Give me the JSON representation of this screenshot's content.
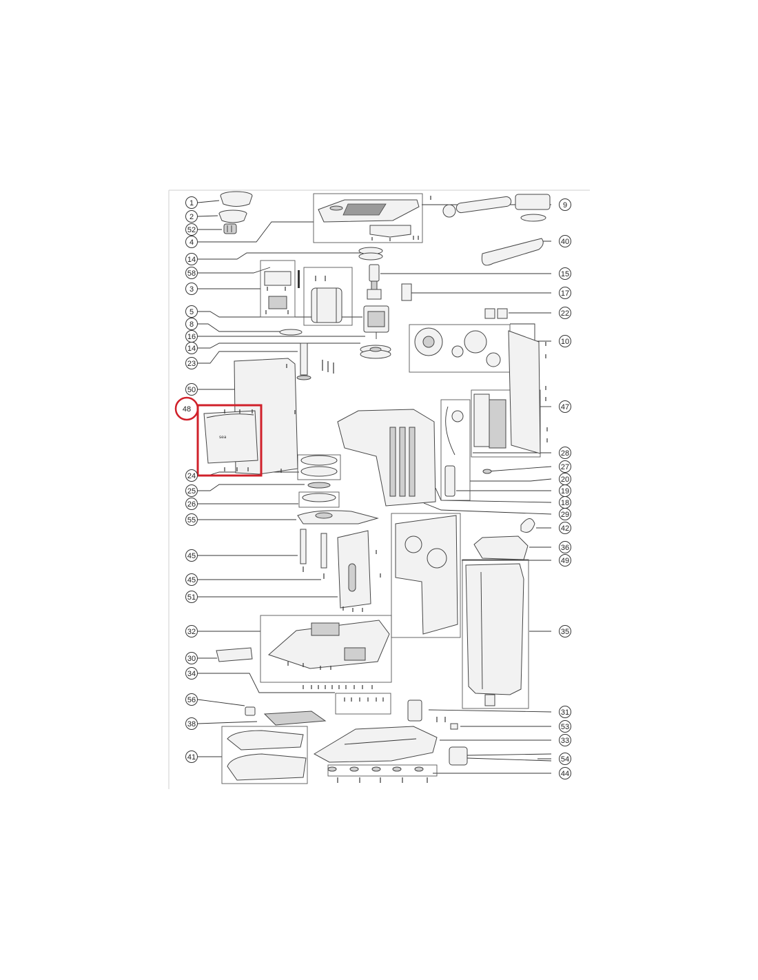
{
  "diagram": {
    "callouts": {
      "c1": "1",
      "c2": "2",
      "c52": "52",
      "c4": "4",
      "c14a": "14",
      "c58": "58",
      "c3": "3",
      "c5": "5",
      "c8": "8",
      "c16": "16",
      "c14b": "14",
      "c23": "23",
      "c50": "50",
      "c48": "48",
      "c24": "24",
      "c25": "25",
      "c26": "26",
      "c55": "55",
      "c45a": "45",
      "c45b": "45",
      "c51": "51",
      "c32": "32",
      "c30": "30",
      "c34": "34",
      "c56": "56",
      "c38": "38",
      "c41": "41",
      "c9": "9",
      "c40": "40",
      "c15": "15",
      "c17": "17",
      "c22": "22",
      "c10": "10",
      "c47": "47",
      "c28": "28",
      "c27": "27",
      "c20": "20",
      "c19": "19",
      "c18": "18",
      "c29": "29",
      "c42": "42",
      "c36": "36",
      "c49": "49",
      "c35": "35",
      "c31": "31",
      "c53": "53",
      "c33": "33",
      "c54": "54",
      "c44": "44"
    },
    "part_label": "sea",
    "highlight": {
      "callout": "48",
      "color": "#d0202a"
    }
  }
}
